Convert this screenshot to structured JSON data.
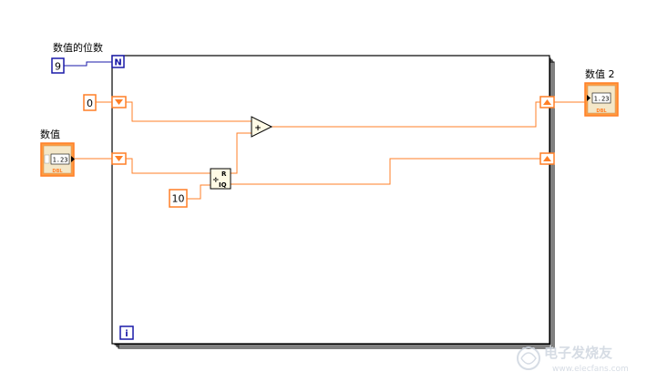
{
  "diagram": {
    "count_label": "数值的位数",
    "count_constant": "9",
    "count_terminal": "N",
    "iteration_terminal": "i",
    "input_label": "数值",
    "input_display": "1.23",
    "input_type": "DBL",
    "init_constant": "0",
    "divisor_constant": "10",
    "add_symbol": "+",
    "quotient_remainder_symbol": "R",
    "quotient_remainder_iq": "IQ",
    "output_label": "数值 2",
    "output_display": "1.23",
    "output_type": "DBL"
  },
  "watermark": {
    "site_name": "电子发烧友",
    "site_url": "www.elecfans.com"
  },
  "colors": {
    "numeric_wire": "#ff7f27",
    "integer_wire": "#1a1aa8",
    "loop_frame": "#000000",
    "constant_border": "#ff7f27",
    "integer_border": "#1a1aa8"
  }
}
